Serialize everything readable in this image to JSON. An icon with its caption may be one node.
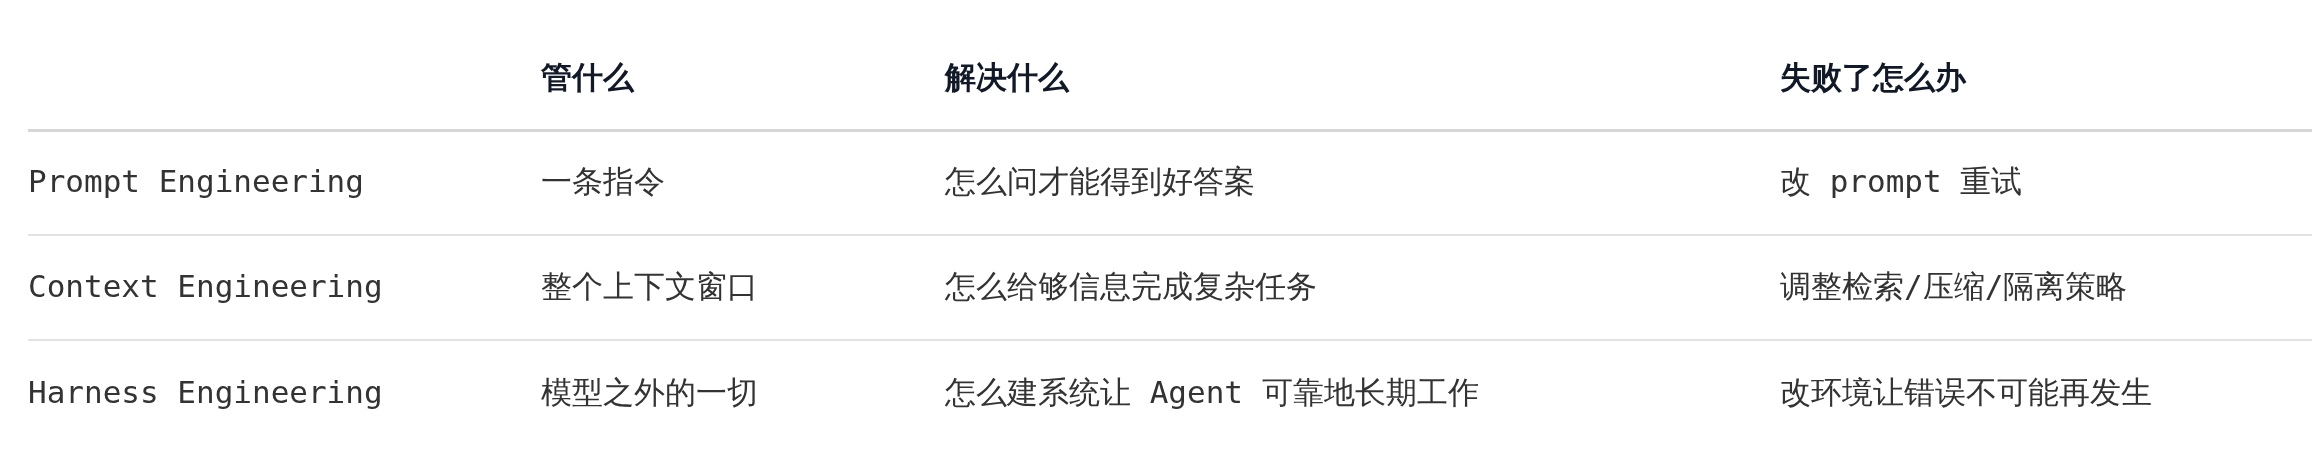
{
  "diagram": {
    "labels": [
      "管什么",
      "解决什么",
      "失败了怎么办",
      "Prompt Engineering",
      "一条指令",
      "怎么问才能得到好答案",
      "改 prompt 重试",
      "Context Engineering",
      "整个上下文窗口",
      "怎么给够信息完成复杂任务",
      "调整检索/压缩/隔离策略",
      "Harness Engineering",
      "模型之外的一切",
      "怎么建系统让 Agent 可靠地长期工作",
      "改环境让错误不可能再发生"
    ]
  }
}
